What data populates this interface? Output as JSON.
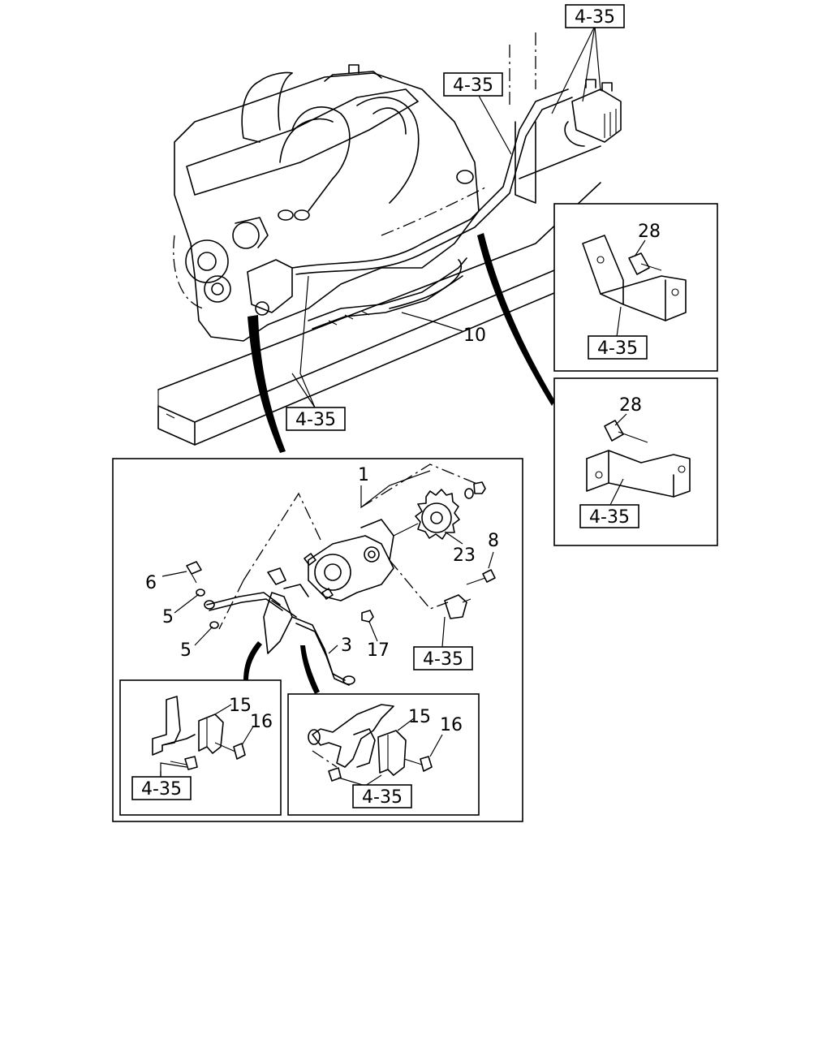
{
  "callouts": {
    "p1": "1",
    "p3": "3",
    "p5a": "5",
    "p5b": "5",
    "p6": "6",
    "p8": "8",
    "p10": "10",
    "p15a": "15",
    "p15b": "15",
    "p16a": "16",
    "p16b": "16",
    "p17": "17",
    "p23": "23",
    "p28a": "28",
    "p28b": "28"
  },
  "refs": {
    "r1": "4-35",
    "r2": "4-35",
    "r3": "4-35",
    "r4": "4-35",
    "r5": "4-35",
    "r6": "4-35",
    "r7": "4-35",
    "r8": "4-35"
  }
}
